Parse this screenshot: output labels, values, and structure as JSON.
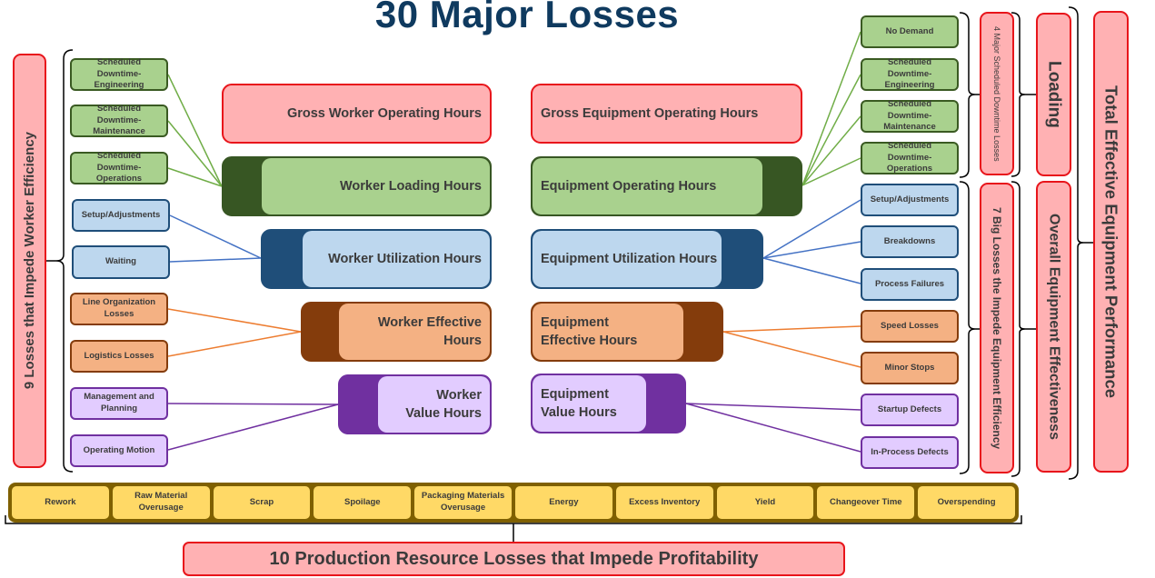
{
  "title": "30 Major Losses",
  "left_group_label": "9 Losses that Impede Worker Efficiency",
  "worker_losses": [
    {
      "label": "Scheduled Downtime-Engineering",
      "category": "loading"
    },
    {
      "label": "Scheduled Downtime-Maintenance",
      "category": "loading"
    },
    {
      "label": "Scheduled Downtime-Operations",
      "category": "loading"
    },
    {
      "label": "Setup/Adjustments",
      "category": "utilization"
    },
    {
      "label": "Waiting",
      "category": "utilization"
    },
    {
      "label": "Line Organization Losses",
      "category": "effective"
    },
    {
      "label": "Logistics Losses",
      "category": "effective"
    },
    {
      "label": "Management and Planning",
      "category": "value"
    },
    {
      "label": "Operating Motion",
      "category": "value"
    }
  ],
  "worker_hours": {
    "gross": "Gross Worker Operating Hours",
    "loading": "Worker Loading Hours",
    "utilization": "Worker Utilization Hours",
    "effective": "Worker Effective Hours",
    "value": "Worker Value Hours"
  },
  "equipment_hours": {
    "gross": "Gross Equipment Operating Hours",
    "operating": "Equipment Operating Hours",
    "utilization": "Equipment Utilization Hours",
    "effective": "Equipment Effective Hours",
    "value": "Equipment Value Hours"
  },
  "equipment_losses": [
    {
      "label": "No Demand",
      "category": "loading"
    },
    {
      "label": "Scheduled Downtime-Engineering",
      "category": "loading"
    },
    {
      "label": "Scheduled Downtime-Maintenance",
      "category": "loading"
    },
    {
      "label": "Scheduled Downtime-Operations",
      "category": "loading"
    },
    {
      "label": "Setup/Adjustments",
      "category": "utilization"
    },
    {
      "label": "Breakdowns",
      "category": "utilization"
    },
    {
      "label": "Process Failures",
      "category": "utilization"
    },
    {
      "label": "Speed Losses",
      "category": "effective"
    },
    {
      "label": "Minor Stops",
      "category": "effective"
    },
    {
      "label": "Startup Defects",
      "category": "value"
    },
    {
      "label": "In-Process Defects",
      "category": "value"
    }
  ],
  "right_labels": {
    "scheduled_downtime": "4 Major Scheduled Downtime Losses",
    "big_losses": "7 Big Losses the Impede Equipment Efficiency",
    "loading": "Loading",
    "oee": "Overall Equipment Effectiveness",
    "teep": "Total Effective Equipment Performance"
  },
  "resource_losses": [
    "Rework",
    "Raw Material Overusage",
    "Scrap",
    "Spoilage",
    "Packaging Materials Overusage",
    "Energy",
    "Excess Inventory",
    "Yield",
    "Changeover Time",
    "Overspending"
  ],
  "bottom_label": "10 Production Resource Losses that Impede Profitability",
  "colors": {
    "title": "#0f3a5f",
    "label_fill": "#ffb1b3",
    "label_border": "#e8151b",
    "loading_light": "#a9d18e",
    "loading_dark": "#375623",
    "utilization_light": "#bdd7ee",
    "utilization_dark": "#1f4e79",
    "effective_light": "#f4b183",
    "effective_dark": "#843c0c",
    "value_light": "#e2ccff",
    "value_dark": "#7030a0",
    "resource_fill": "#ffd966",
    "resource_frame": "#7f6000"
  }
}
